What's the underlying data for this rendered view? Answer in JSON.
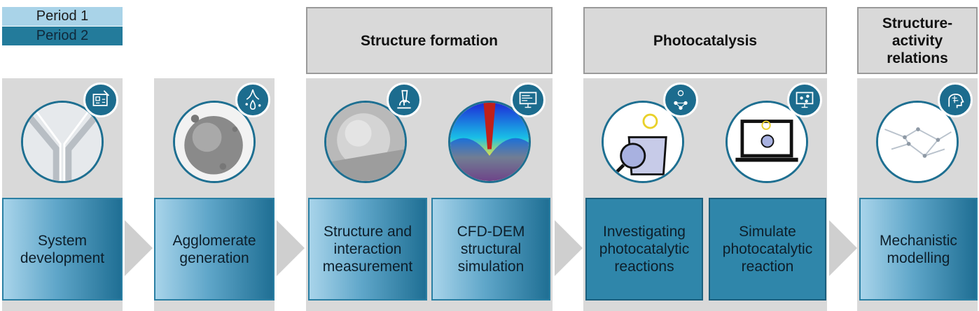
{
  "legend": {
    "period1": "Period 1",
    "period2": "Period 2"
  },
  "headers": {
    "structure_formation": "Structure formation",
    "photocatalysis": "Photocatalysis",
    "structure_activity": "Structure-activity relations"
  },
  "steps": {
    "system_development": "System development",
    "agglomerate_generation": "Agglomerate generation",
    "structure_interaction": "Structure and interaction measurement",
    "cfd_dem": "CFD-DEM structural simulation",
    "investigating": "Investigating photocatalytic reactions",
    "simulate": "Simulate photocatalytic reaction",
    "mechanistic": "Mechanistic modelling"
  },
  "colors": {
    "period1": "#a9d3e8",
    "period2": "#237b9b",
    "panel": "#d9d9d9",
    "badge": "#1c6c8e"
  },
  "icons": [
    "blueprint-icon",
    "droplet-icon",
    "microscope-icon",
    "monitor-icon",
    "lightbulb-molecule-icon",
    "monitor-network-icon",
    "head-brain-icon"
  ]
}
